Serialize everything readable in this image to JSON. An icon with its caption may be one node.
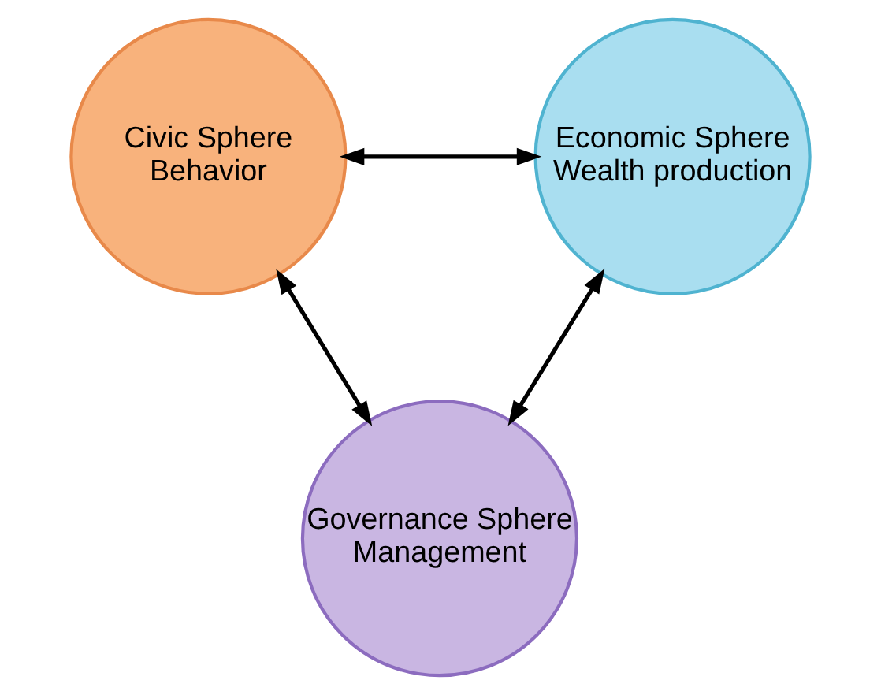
{
  "diagram": {
    "nodes": [
      {
        "text": [
          "Civic Sphere",
          "Behavior"
        ]
      },
      {
        "text": [
          "Economic Sphere",
          "Wealth production"
        ]
      },
      {
        "text": [
          "Governance Sphere",
          "Management"
        ]
      }
    ],
    "edges": [
      {
        "from": 0,
        "to": 1,
        "arrow": "both"
      },
      {
        "from": 0,
        "to": 2,
        "arrow": "both"
      },
      {
        "from": 1,
        "to": 2,
        "arrow": "both"
      }
    ]
  }
}
